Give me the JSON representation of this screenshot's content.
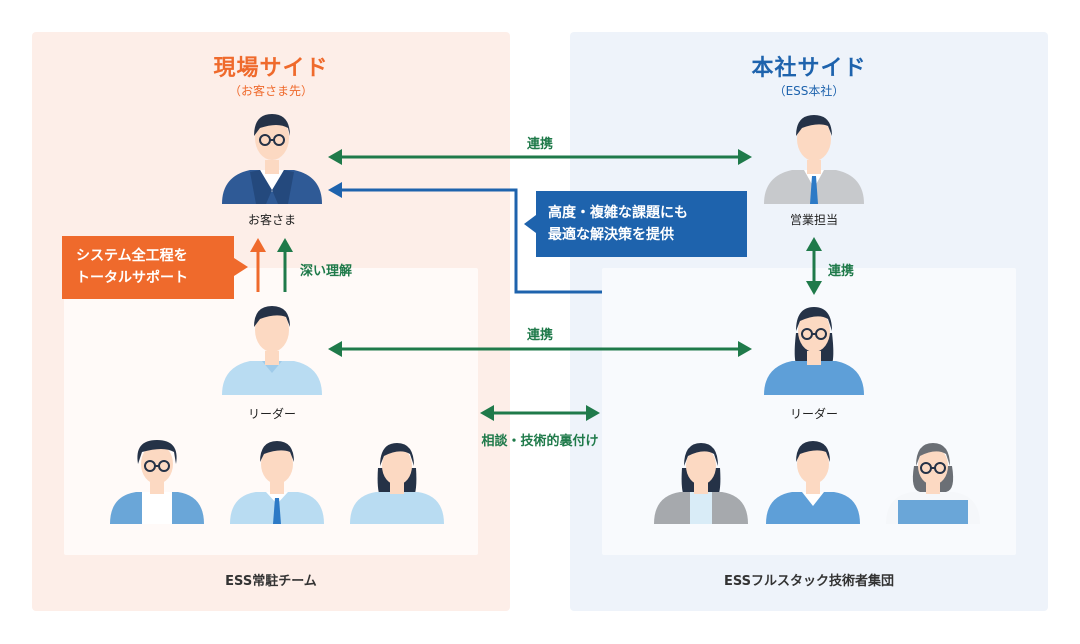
{
  "left_panel": {
    "title": "現場サイド",
    "subtitle": "（お客さま先）",
    "customer_label": "お客さま",
    "leader_label": "リーダー",
    "team_label": "ESS常駐チーム",
    "callout": [
      "システム全工程を",
      "トータルサポート"
    ],
    "deep_understanding": "深い理解"
  },
  "right_panel": {
    "title": "本社サイド",
    "subtitle": "（ESS本社）",
    "sales_label": "営業担当",
    "leader_label": "リーダー",
    "team_label": "ESSフルスタック技術者集団",
    "callout": [
      "高度・複雑な課題にも",
      "最適な解決策を提供"
    ]
  },
  "links": {
    "top": "連携",
    "middle": "連携",
    "right_vertical": "連携",
    "consult": "相談・技術的裏付け"
  },
  "colors": {
    "orange": "#ef6a2c",
    "blue": "#1e63ad",
    "green": "#1f7a4a",
    "left_bg": "#fdeee8",
    "right_bg": "#eef3fa"
  }
}
